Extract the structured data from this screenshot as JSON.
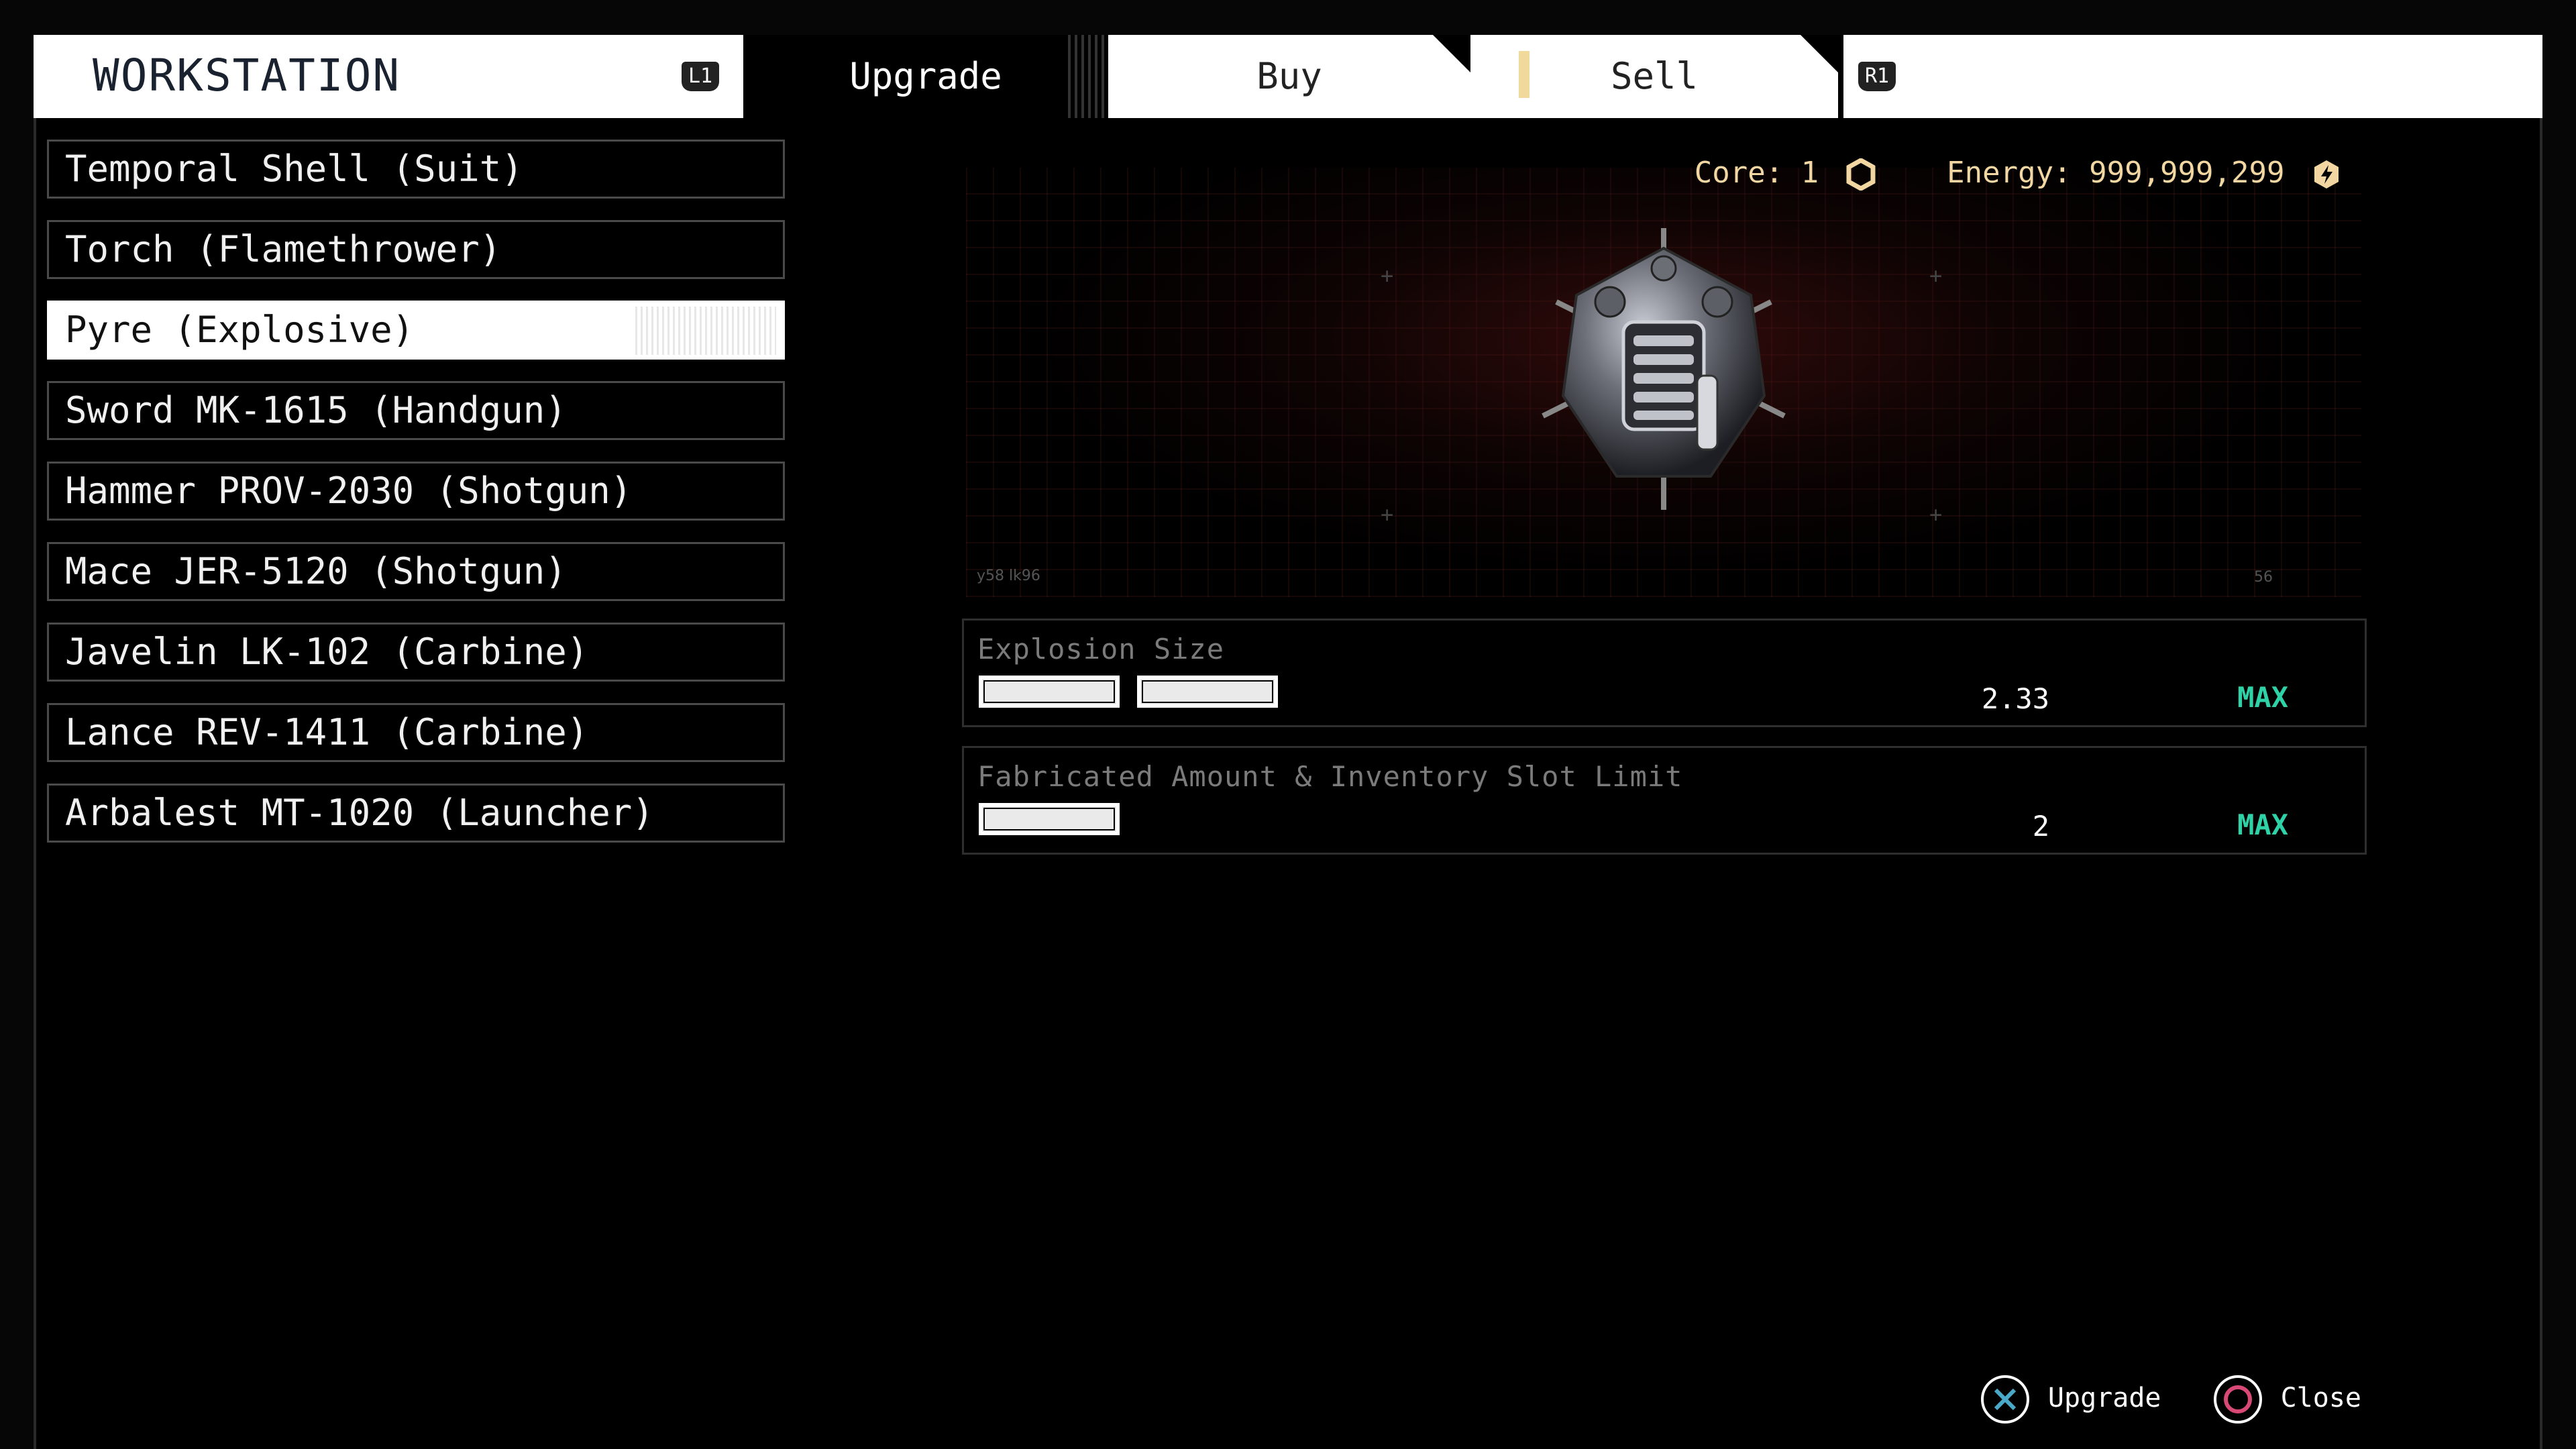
{
  "header": {
    "title": "WORKSTATION",
    "left_button": "L1",
    "right_button": "R1",
    "tabs": [
      {
        "label": "Upgrade",
        "active": true
      },
      {
        "label": "Buy",
        "active": false
      },
      {
        "label": "Sell",
        "active": false
      }
    ]
  },
  "items": [
    {
      "label": "Temporal Shell (Suit)"
    },
    {
      "label": "Torch (Flamethrower)"
    },
    {
      "label": "Pyre (Explosive)",
      "selected": true
    },
    {
      "label": "Sword MK-1615 (Handgun)"
    },
    {
      "label": "Hammer PROV-2030 (Shotgun)"
    },
    {
      "label": "Mace JER-5120 (Shotgun)"
    },
    {
      "label": "Javelin LK-102 (Carbine)"
    },
    {
      "label": "Lance REV-1411 (Carbine)"
    },
    {
      "label": "Arbalest MT-1020 (Launcher)"
    }
  ],
  "currency": {
    "core_label": "Core: 1",
    "energy_label": "Energy: 999,999,299",
    "color": "#f2d7a3"
  },
  "preview": {
    "code_text": "y58 lk96",
    "corner_number": "56"
  },
  "stats": [
    {
      "label": "Explosion Size",
      "value": "2.33",
      "max_label": "MAX",
      "level": 2
    },
    {
      "label": "Fabricated Amount & Inventory Slot Limit",
      "value": "2",
      "max_label": "MAX",
      "level": 1
    }
  ],
  "hints": {
    "upgrade_label": "Upgrade",
    "close_label": "Close",
    "cross_color": "#4aa9c9",
    "circle_color": "#d84a75"
  },
  "colors": {
    "max": "#2fd1a7",
    "selected_bg": "#ffffff"
  }
}
